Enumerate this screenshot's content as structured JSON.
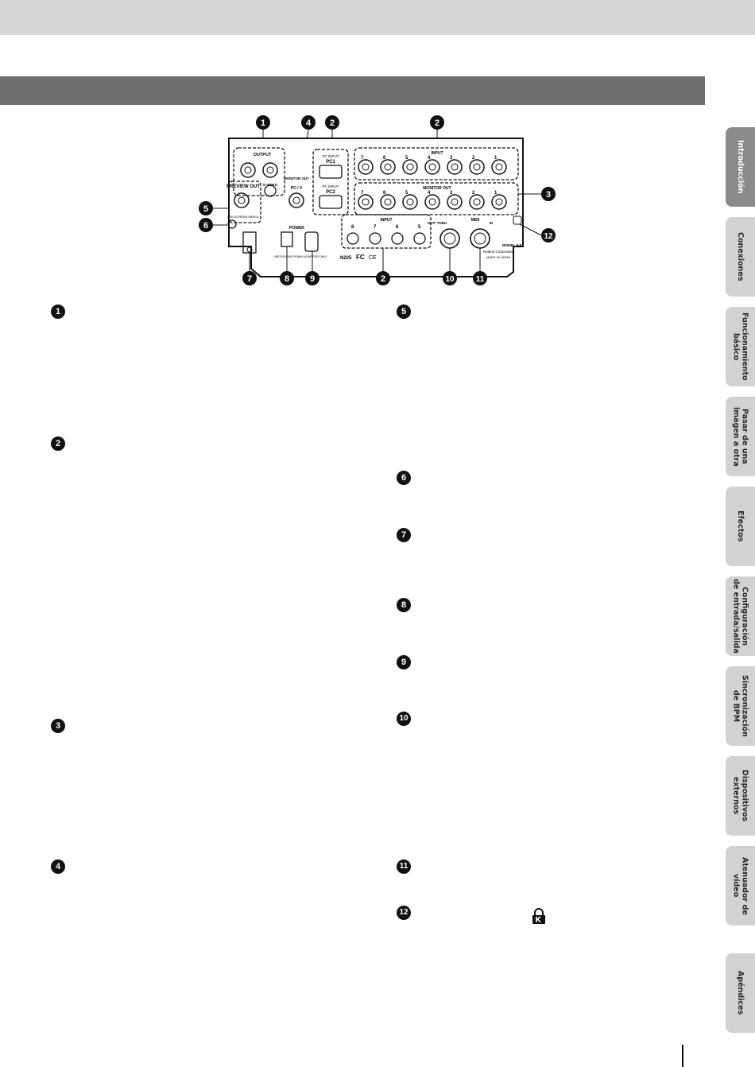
{
  "diagram": {
    "output_label": "OUTPUT",
    "s_video_label": "S-VIDEO",
    "preview_out_label": "PREVIEW\nOUT",
    "on_screen_menu_label": "(ON SCREEN\nMENU)",
    "monitor_out_small_label": "MONITOR\nOUT",
    "pc_v_label": "PC / V",
    "pc_input_label": "PC INPUT",
    "pc1_label": "PC1",
    "pc2_label": "PC2",
    "input_label": "INPUT",
    "monitor_out_label": "MONITOR OUT",
    "channel_numbers": [
      "7",
      "6",
      "5",
      "4",
      "3",
      "2",
      "1"
    ],
    "svideo_channel_numbers": [
      "8",
      "7",
      "6",
      "5"
    ],
    "midi_label": "MIDI",
    "out_thru_label": "OUT/\nTHRU",
    "in_label": "IN",
    "power_label": "POWER",
    "adaptor_label": "USE ROLAND PSB/M\nADAPTOR ONLY",
    "model_label": "MODEL V-8",
    "maker_label": "Roland Corporation",
    "made_in_label": "MADE IN JAPAN",
    "n225_label": "N225",
    "fc_label": "FC",
    "ce_label": "CE"
  },
  "callouts": {
    "top": [
      "1",
      "4",
      "2",
      "2"
    ],
    "left": [
      "5",
      "6"
    ],
    "right": [
      "3",
      "12"
    ],
    "bottom": [
      "7",
      "8",
      "9",
      "2",
      "10",
      "11"
    ]
  },
  "descriptions": {
    "left_column": [
      "1",
      "2",
      "3",
      "4"
    ],
    "right_column": [
      "5",
      "6",
      "7",
      "8",
      "9",
      "10",
      "11",
      "12"
    ],
    "lock_icon": "kensington-lock-icon"
  },
  "side_tabs": [
    {
      "label": "Introducción",
      "active": true
    },
    {
      "label": "Conexiones",
      "active": false
    },
    {
      "label": "Funcionamiento\nbásico",
      "active": false
    },
    {
      "label": "Pasar de una\nimagen a otra",
      "active": false
    },
    {
      "label": "Efectos",
      "active": false
    },
    {
      "label": "Configuración\nde entrada/salida",
      "active": false
    },
    {
      "label": "Sincronización\nde BPM",
      "active": false
    },
    {
      "label": "Dispositivos\nexternos",
      "active": false
    },
    {
      "label": "Atenuador de vídeo",
      "active": false
    },
    {
      "label": "Apéndices",
      "active": false
    }
  ],
  "colors": {
    "active_tab": "#8b8b8b",
    "inactive_tab": "#d2d2d2",
    "section_bar": "#6f6f6f",
    "header_band": "#d6d6d6"
  }
}
